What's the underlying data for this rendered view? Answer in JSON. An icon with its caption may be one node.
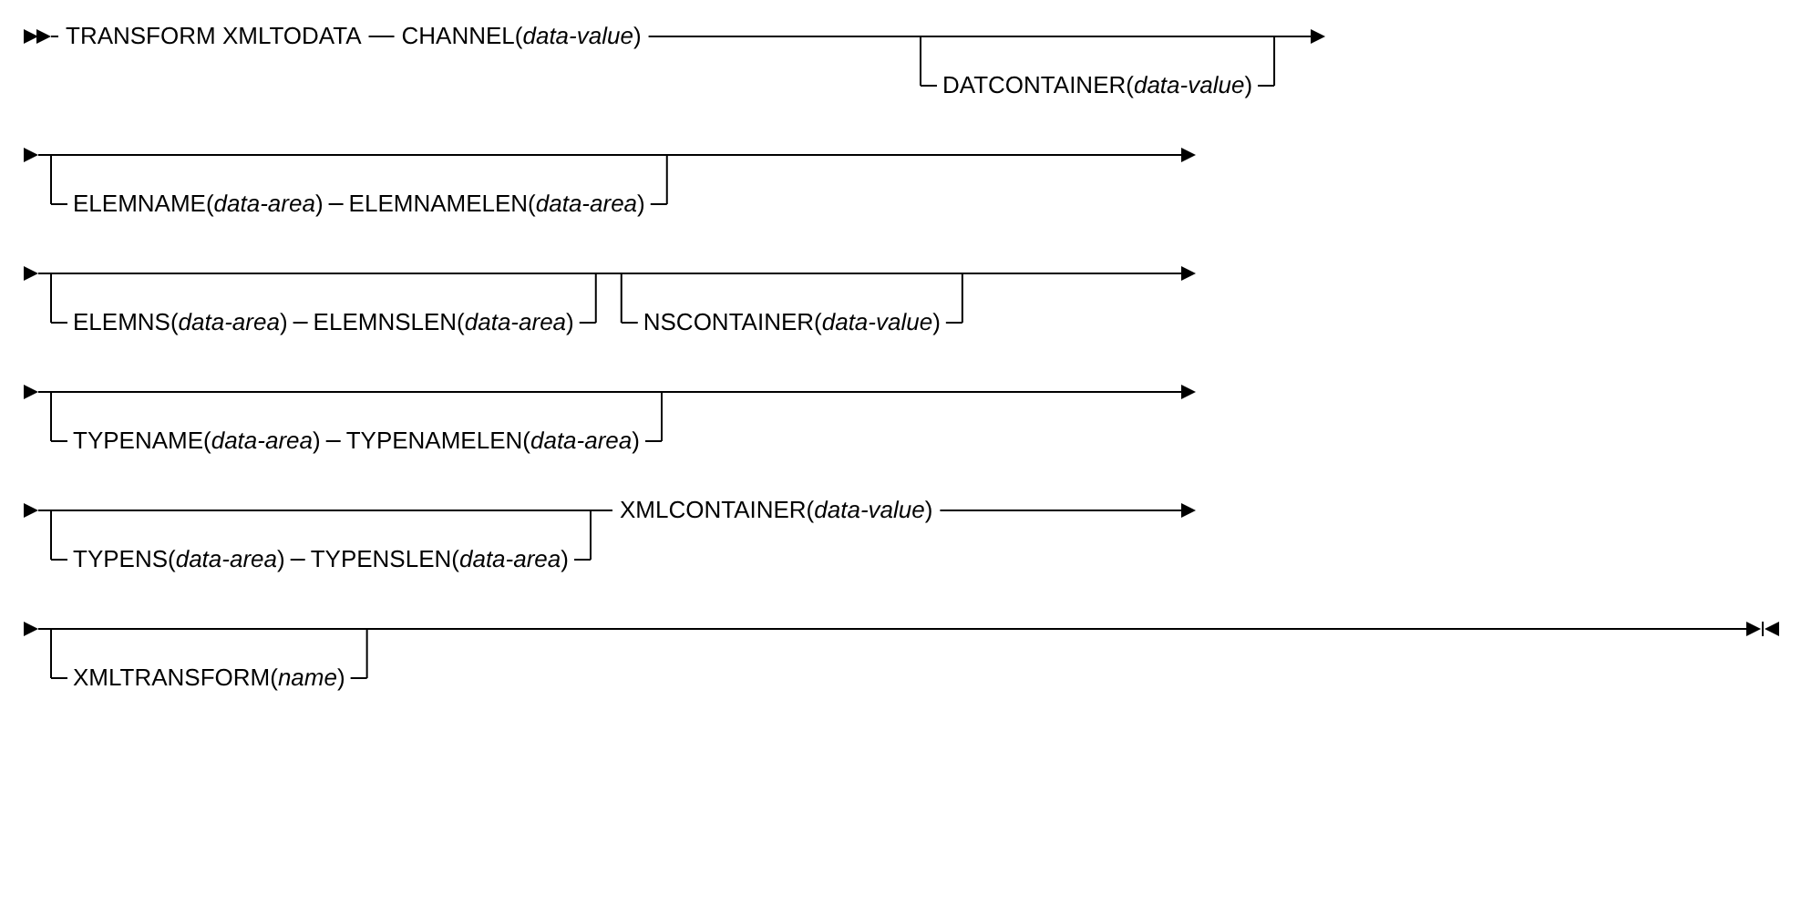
{
  "diagram": {
    "labels": [
      "TRANSFORM XMLTODATA",
      "CHANNEL(*data-value*)",
      "DATCONTAINER(*data-value*)",
      "ELEMNAME(*data-area*)",
      "ELEMNAMELEN(*data-area*)",
      "ELEMNS(*data-area*)",
      "ELEMNSLEN(*data-area*)",
      "NSCONTAINER(*data-value*)",
      "TYPENAME(*data-area*)",
      "TYPENAMELEN(*data-area*)",
      "TYPENS(*data-area*)",
      "TYPENSLEN(*data-area*)",
      "XMLCONTAINER(*data-value*)",
      "XMLTRANSFORM(*name*)"
    ]
  }
}
